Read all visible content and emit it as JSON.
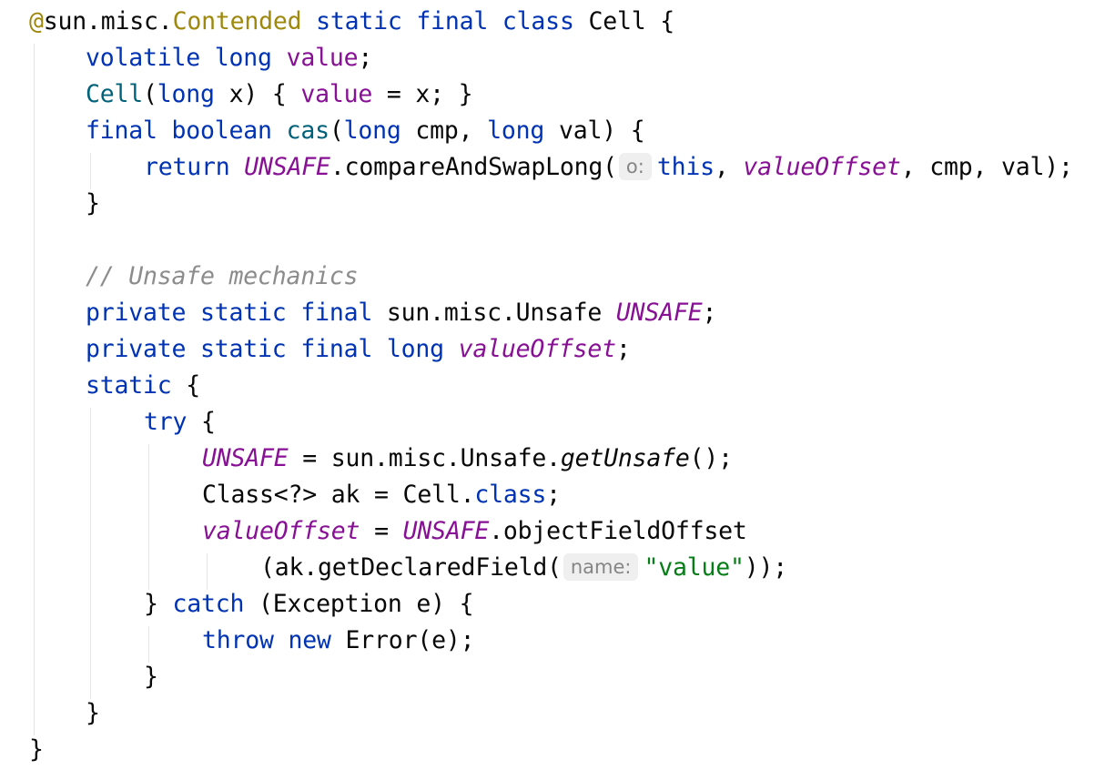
{
  "code": {
    "l1": {
      "at": "@",
      "pkg": "sun.misc.",
      "ann": "Contended",
      "kw": " static final class ",
      "name": "Cell {"
    },
    "l2": {
      "kw": "volatile long ",
      "fld": "value",
      "semi": ";"
    },
    "l3": {
      "fn": "Cell",
      "p1": "(",
      "kw": "long",
      "p2": " x) { ",
      "fld": "value",
      "p3": " = x; }"
    },
    "l4": {
      "kw1": "final boolean ",
      "fn": "cas",
      "p1": "(",
      "kw2": "long",
      "p2": " cmp, ",
      "kw3": "long",
      "p3": " val) {"
    },
    "l5": {
      "kw": "return ",
      "sfld": "UNSAFE",
      "p1": ".compareAndSwapLong(",
      "hint": "o:",
      "kw2": "this",
      "p2": ", ",
      "sfld2": "valueOffset",
      "p3": ", cmp, val);"
    },
    "l6": {
      "text": "}"
    },
    "l8": {
      "comment": "// Unsafe mechanics"
    },
    "l9": {
      "kw": "private static final ",
      "p1": "sun.misc.Unsafe ",
      "sfld": "UNSAFE",
      "semi": ";"
    },
    "l10": {
      "kw": "private static final long ",
      "sfld": "valueOffset",
      "semi": ";"
    },
    "l11": {
      "kw": "static",
      "p1": " {"
    },
    "l12": {
      "kw": "try",
      "p1": " {"
    },
    "l13": {
      "sfld": "UNSAFE",
      "p1": " = sun.misc.Unsafe.",
      "smc": "getUnsafe",
      "p2": "();"
    },
    "l14": {
      "p1": "Class<?> ak = Cell.",
      "kw": "class",
      "semi": ";"
    },
    "l15": {
      "sfld": "valueOffset",
      "p1": " = ",
      "sfld2": "UNSAFE",
      "p2": ".objectFieldOffset"
    },
    "l16": {
      "p1": "(ak.getDeclaredField(",
      "hint": "name:",
      "str": "\"value\"",
      "p2": "));"
    },
    "l17": {
      "p1": "} ",
      "kw": "catch",
      "p2": " (Exception e) {"
    },
    "l18": {
      "kw": "throw new ",
      "p1": "Error(e);"
    },
    "l19": {
      "text": "}"
    },
    "l20": {
      "text": "}"
    },
    "l21": {
      "text": "}"
    }
  },
  "colors": {
    "keyword": "#0033b3",
    "annotation": "#9e880d",
    "field": "#871094",
    "method_decl": "#00627a",
    "string": "#067d17",
    "comment": "#8c8c8c",
    "hint_bg": "#efefef"
  }
}
